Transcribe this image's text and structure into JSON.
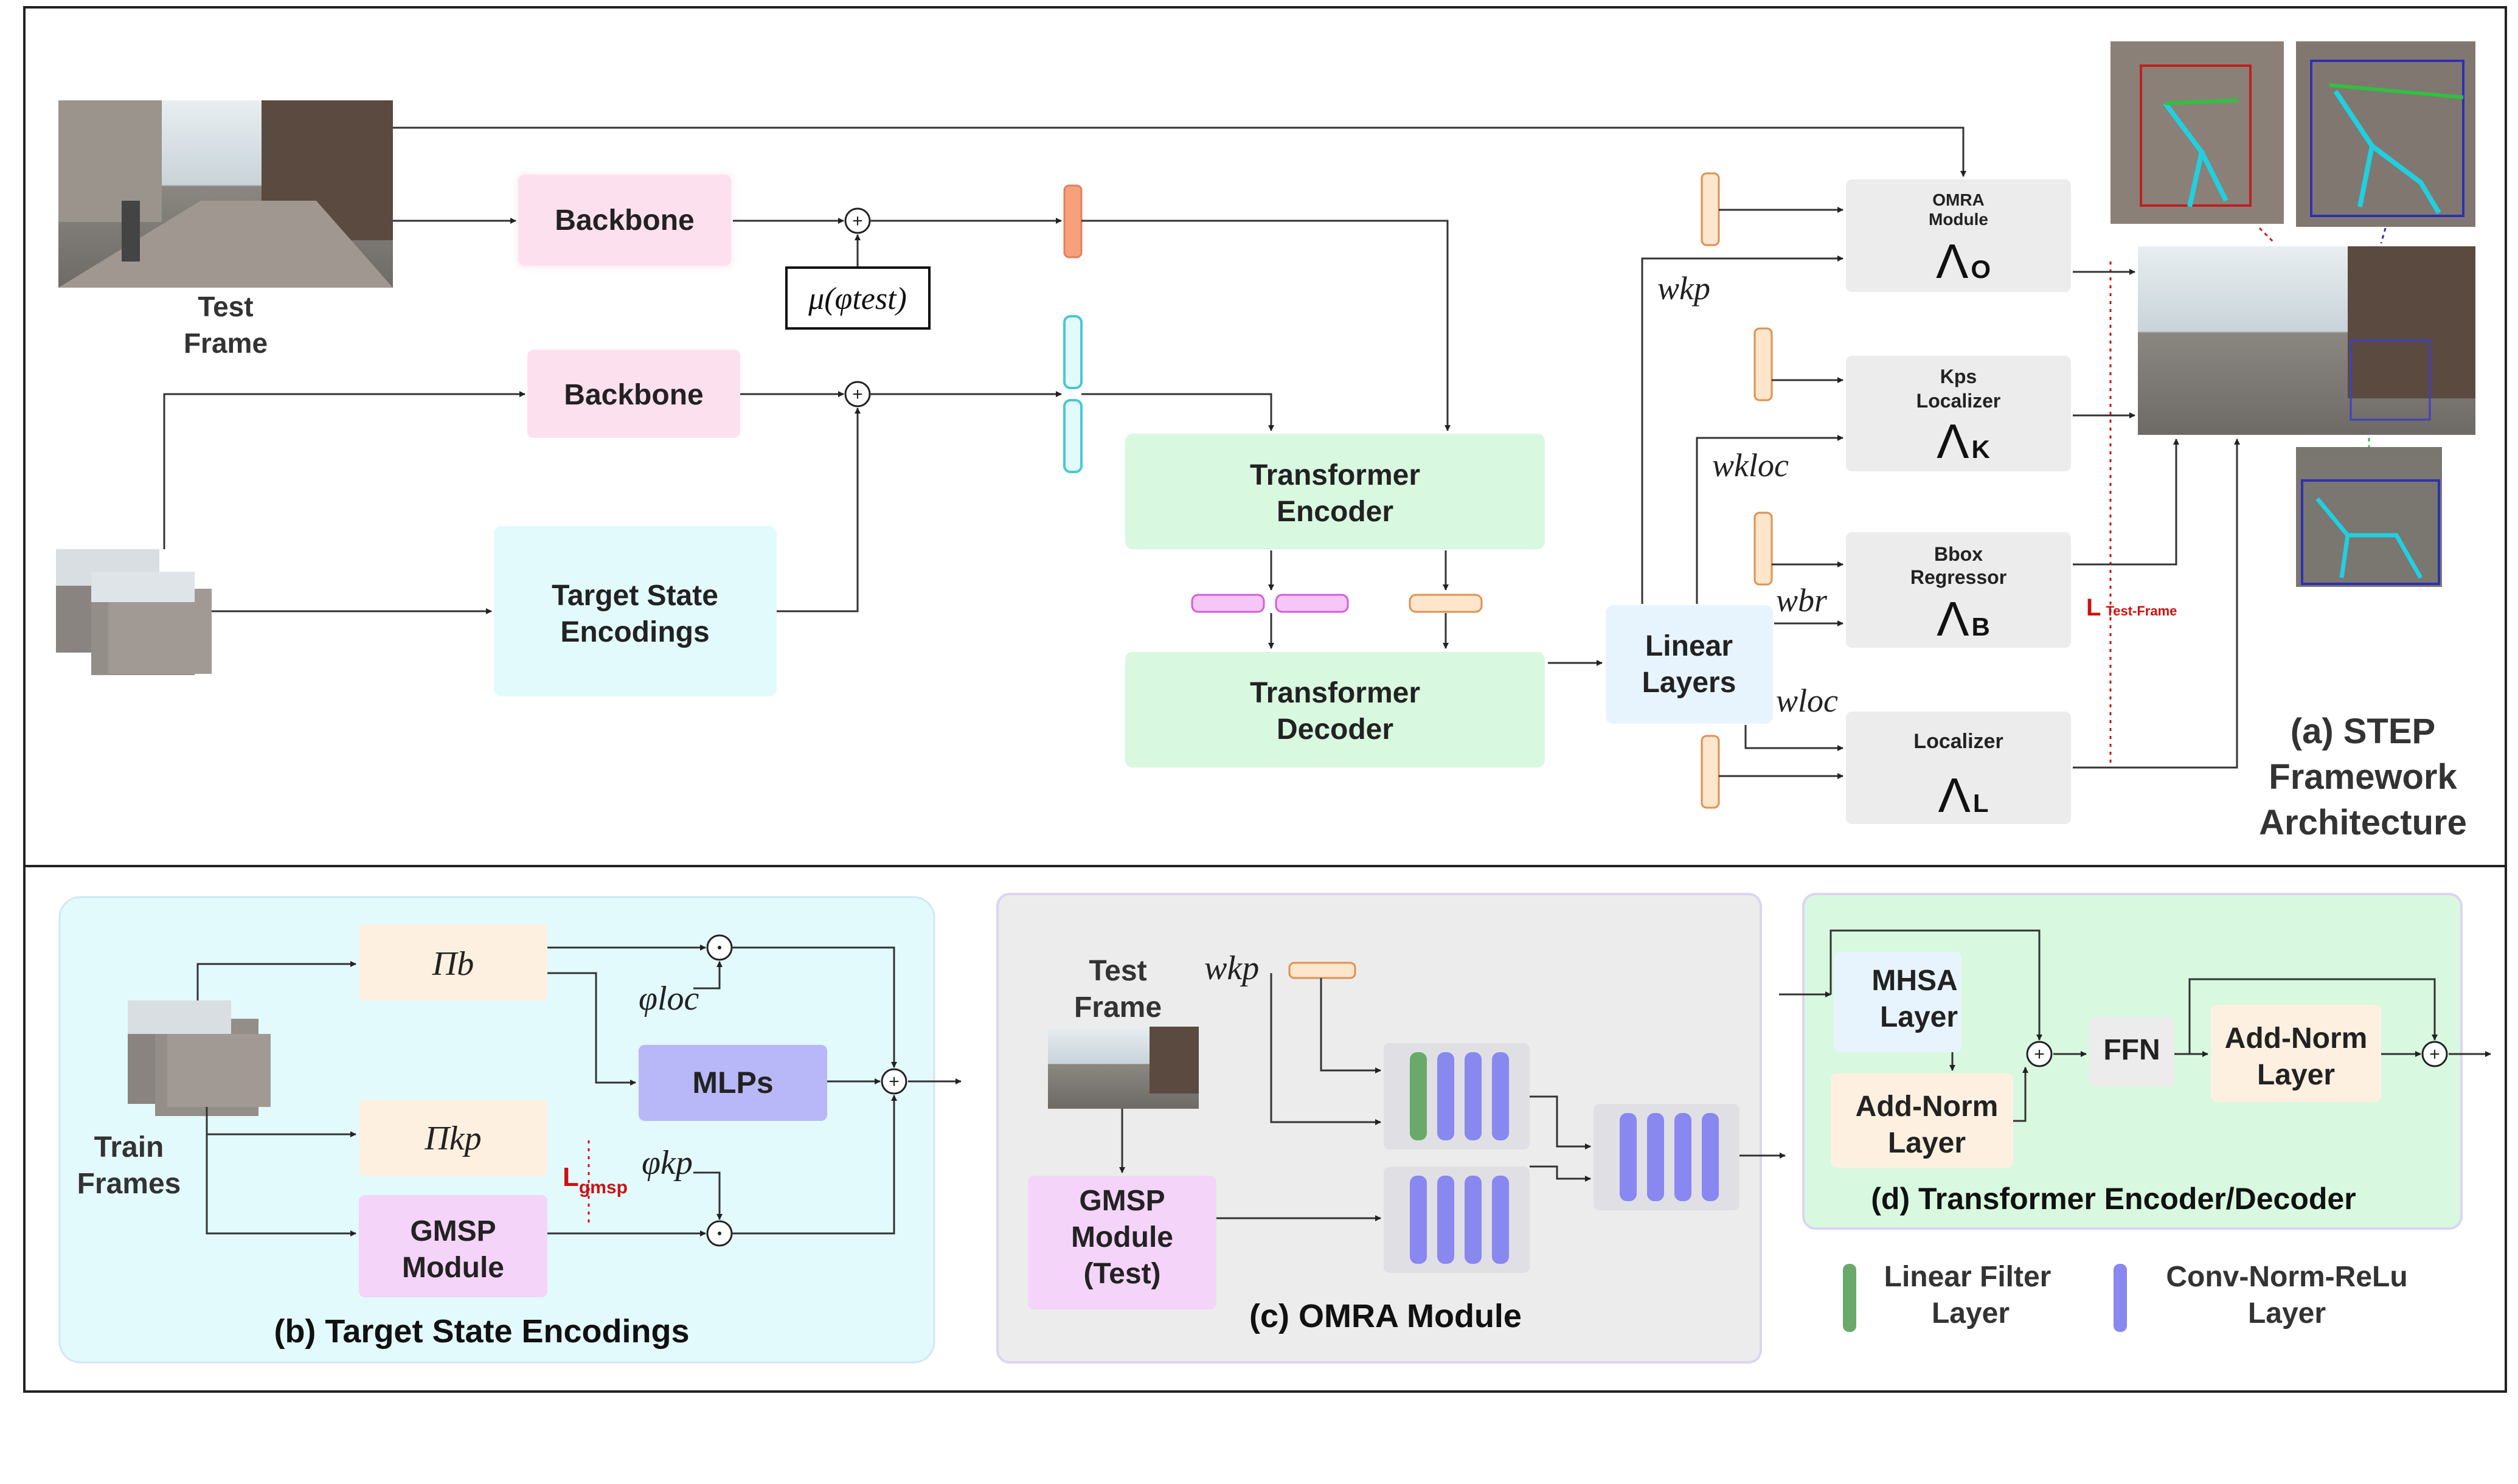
{
  "panel_a": {
    "test_frame_label_1": "Test",
    "test_frame_label_2": "Frame",
    "backbone_top": "Backbone",
    "backbone_bottom": "Backbone",
    "mu_phi_test": "μ(φtest)",
    "target_state_1": "Target State",
    "target_state_2": "Encodings",
    "transformer_encoder_1": "Transformer",
    "transformer_encoder_2": "Encoder",
    "transformer_decoder_1": "Transformer",
    "transformer_decoder_2": "Decoder",
    "linear_layers_1": "Linear",
    "linear_layers_2": "Layers",
    "w_kp": "wkp",
    "w_kloc": "wkloc",
    "w_br": "wbr",
    "w_loc": "wloc",
    "omra_1": "OMRA",
    "omra_2": "Module",
    "omra_sym": "Λ",
    "omra_sub": "O",
    "kps_1": "Kps",
    "kps_2": "Localizer",
    "kps_sym": "Λ",
    "kps_sub": "K",
    "bbox_1": "Bbox",
    "bbox_2": "Regressor",
    "bbox_sym": "Λ",
    "bbox_sub": "B",
    "loc_1": "Localizer",
    "loc_sym": "Λ",
    "loc_sub": "L",
    "loss_test_main": "L",
    "loss_test_sub": "Test-Frame",
    "caption_1": "(a) STEP",
    "caption_2": "Framework",
    "caption_3": "Architecture"
  },
  "panel_b": {
    "pi_b": "Πb",
    "pi_kp": "Πkp",
    "phi_loc": "φloc",
    "phi_kp": "φkp",
    "mlps": "MLPs",
    "gmsp_1": "GMSP",
    "gmsp_2": "Module",
    "train_1": "Train",
    "train_2": "Frames",
    "loss_main": "L",
    "loss_sub": "gmsp",
    "caption": "(b) Target State Encodings"
  },
  "panel_c": {
    "test_1": "Test",
    "test_2": "Frame",
    "w_kp": "wkp",
    "gmsp_1": "GMSP",
    "gmsp_2": "Module",
    "gmsp_3": "(Test)",
    "caption": "(c) OMRA Module"
  },
  "panel_d": {
    "mhsa_1": "MHSA",
    "mhsa_2": "Layer",
    "addnorm1_1": "Add-Norm",
    "addnorm1_2": "Layer",
    "ffn": "FFN",
    "addnorm2_1": "Add-Norm",
    "addnorm2_2": "Layer",
    "caption": "(d) Transformer Encoder/Decoder"
  },
  "legend": {
    "linear_filter_1": "Linear Filter",
    "linear_filter_2": "Layer",
    "conv_1": "Conv-Norm-ReLu",
    "conv_2": "Layer"
  },
  "colors": {
    "backbone": "#fde0ee",
    "target_state": "#e3fafd",
    "transformer": "#d8f8e0",
    "linear_layers": "#e8f4fd",
    "heads": "#ececec",
    "mlps": "#b8b8f8",
    "gmsp": "#f4d4f8",
    "pi": "#fdf0e0",
    "conv": "#8888f0",
    "linear_filter": "#6aa96a",
    "loss_red": "#d01010"
  }
}
